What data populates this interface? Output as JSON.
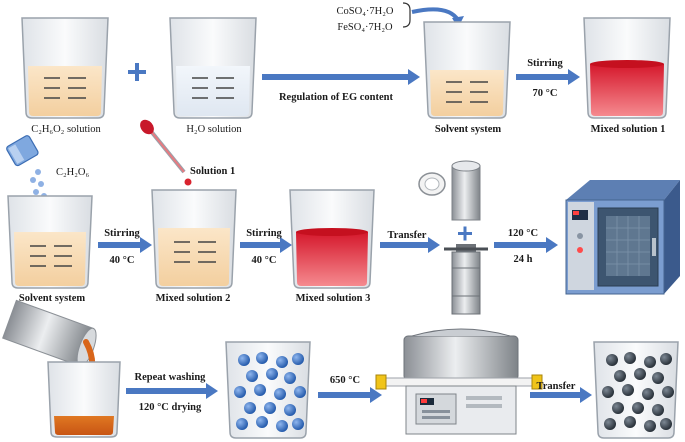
{
  "row1": {
    "beaker1_label": "C₂H₆O₂ solution",
    "beaker2_label": "H₂O solution",
    "arrow_label": "Regulation of EG content",
    "salt1": "CoSO₄·7H₂O",
    "salt2": "FeSO₄·7H₂O",
    "beaker3_label": "Solvent system",
    "arrow2_top": "Stirring",
    "arrow2_bottom": "70 °C",
    "beaker4_label": "Mixed solution 1"
  },
  "row2": {
    "vial_label": "C₂H₂O₆",
    "dropper_label": "Solution 1",
    "beaker1_label": "Solvent system",
    "arrow1_top": "Stirring",
    "arrow1_bottom": "40 °C",
    "beaker2_label": "Mixed solution 2",
    "arrow2_top": "Stirring",
    "arrow2_bottom": "40 °C",
    "beaker3_label": "Mixed solution 3",
    "arrow3_top": "Transfer",
    "arrow4_top": "120 °C",
    "arrow4_bottom": "24 h"
  },
  "row3": {
    "arrow1_top": "Repeat washing",
    "arrow1_bottom": "120 °C drying",
    "arrow2_top": "650 °C",
    "arrow3_top": "Transfer"
  },
  "colors": {
    "arrow": "#4a78c2",
    "beige_liquid": "#f6d9b3",
    "red_liquid": "#e02f3c",
    "orange_liquid": "#d8651a",
    "blue_ball": "#2d6bc1",
    "dark_ball": "#2f3a46"
  }
}
